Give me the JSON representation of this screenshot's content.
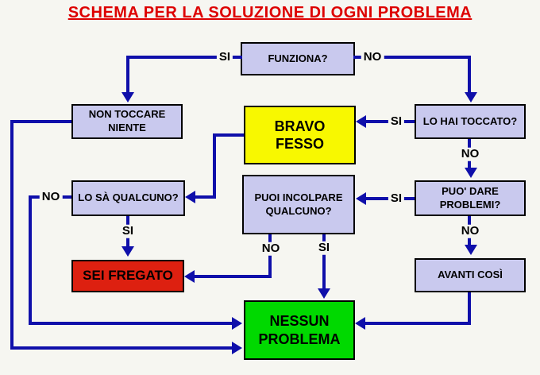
{
  "title": "SCHEMA PER LA SOLUZIONE DI OGNI PROBLEMA",
  "colors": {
    "background": "#f6f6f1",
    "line": "#0f0faa",
    "box_fill": "#c9c9ee",
    "box_border": "#000000",
    "yellow": "#f8f800",
    "red": "#dd2010",
    "green": "#00d900",
    "title": "#dd0000",
    "text": "#000000"
  },
  "nodes": {
    "funziona": {
      "label": "FUNZIONA?"
    },
    "non_toccare": {
      "label": "NON TOCCARE\nNIENTE"
    },
    "bravo_fesso": {
      "label": "BRAVO\nFESSO"
    },
    "lo_hai_toccato": {
      "label": "LO HAI TOCCATO?"
    },
    "lo_sa_qualcuno": {
      "label": "LO SÀ QUALCUNO?"
    },
    "puoi_incolpare": {
      "label": "PUOI INCOLPARE\nQUALCUNO?"
    },
    "puo_dare": {
      "label": "PUO' DARE\nPROBLEMI?"
    },
    "sei_fregato": {
      "label": "SEI FREGATO"
    },
    "avanti_cosi": {
      "label": "AVANTI COSÌ"
    },
    "nessun_problema": {
      "label": "NESSUN\nPROBLEMA"
    }
  },
  "edges": {
    "funziona_si": "SI",
    "funziona_no": "NO",
    "toccato_si": "SI",
    "toccato_no": "NO",
    "problemi_si": "SI",
    "problemi_no": "NO",
    "qualcuno_no": "NO",
    "qualcuno_si": "SI",
    "incolpare_no": "NO",
    "incolpare_si": "SI"
  }
}
